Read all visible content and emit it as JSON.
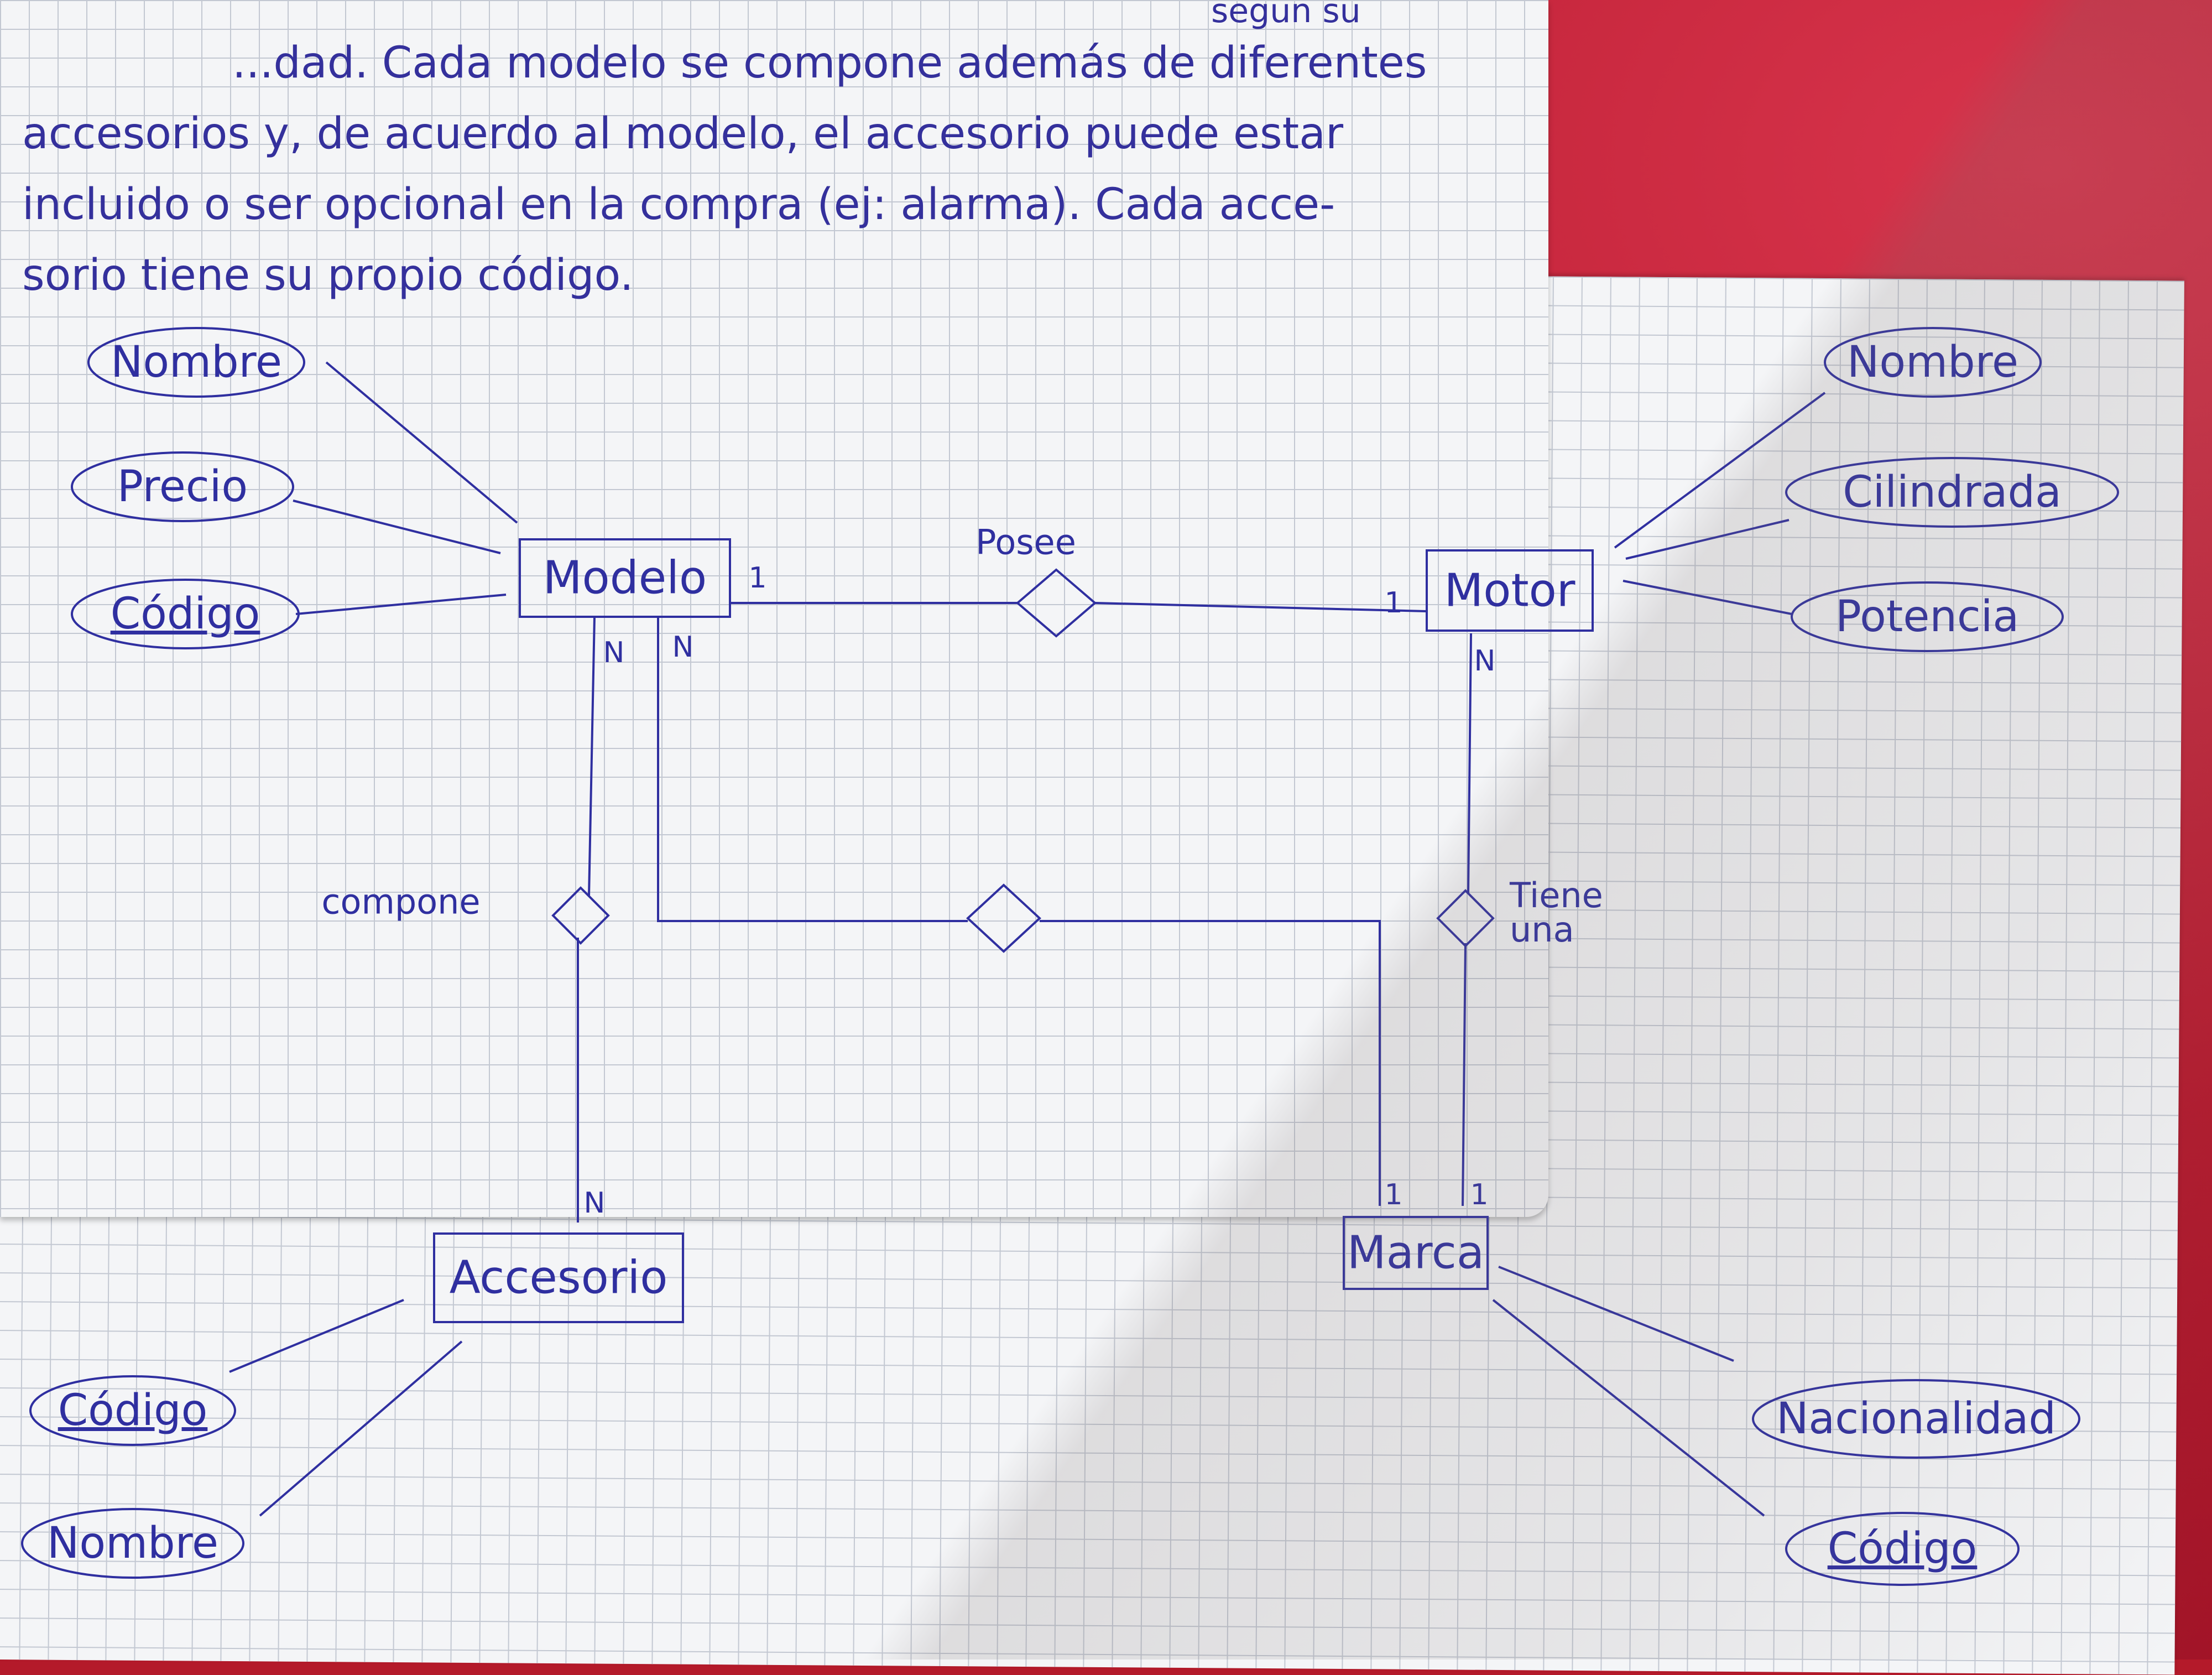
{
  "paragraph": {
    "lines": [
      "segun su",
      "...dad. Cada modelo se compone además de diferentes",
      "accesorios y, de acuerdo al modelo, el accesorio puede estar",
      "incluido o ser opcional en la compra (ej: alarma). Cada acce-",
      "sorio tiene su propio código."
    ]
  },
  "entities": {
    "modelo": "Modelo",
    "motor": "Motor",
    "accesorio": "Accesorio",
    "marca": "Marca"
  },
  "attributes": {
    "modelo": [
      "Nombre",
      "Precio",
      "Código"
    ],
    "motor": [
      "Nombre",
      "Cilindrada",
      "Potencia"
    ],
    "accesorio": [
      "Código",
      "Nombre"
    ],
    "marca": [
      "Nacionalidad",
      "Código"
    ]
  },
  "relationships": {
    "posee": "Posee",
    "compone": "compone",
    "tiene_una": "Tiene una"
  },
  "cardinalities": {
    "modelo_posee": "1",
    "motor_posee": "1",
    "modelo_compone": "N",
    "modelo_marca": "N",
    "motor_tiene": "N",
    "accesorio_compone": "N",
    "marca_modelo": "1",
    "marca_motor": "1"
  },
  "colors": {
    "ink": "#2f2fa0",
    "paper": "#f4f5f7",
    "grid": "#c3c8d2",
    "cloth": "#b41a2a"
  }
}
